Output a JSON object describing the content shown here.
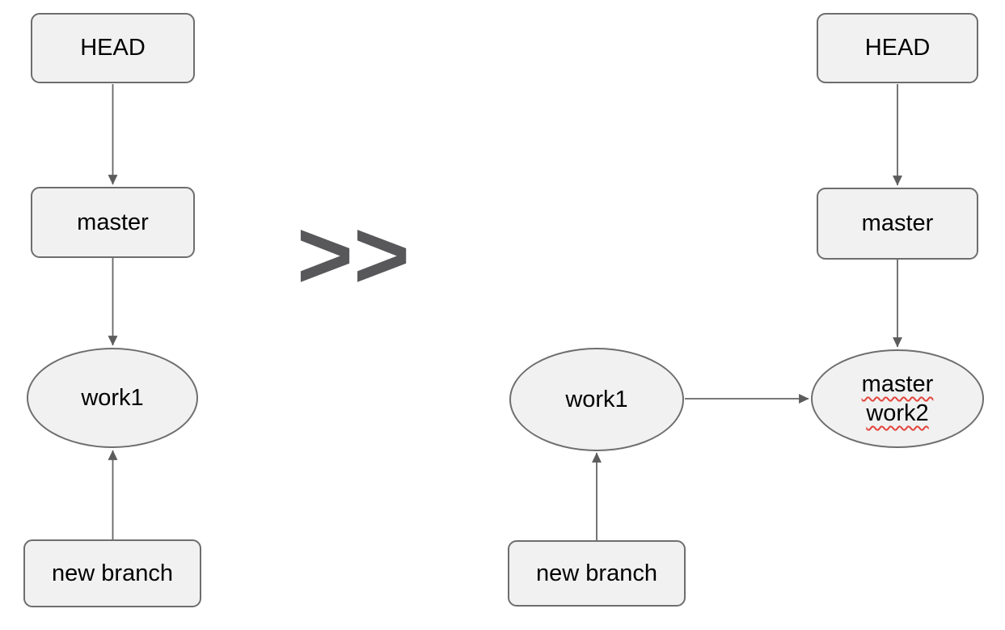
{
  "diagram": {
    "separator_label": ">>",
    "left_state": {
      "head_label": "HEAD",
      "master_label": "master",
      "work1_label": "work1",
      "new_branch_label": "new branch"
    },
    "right_state": {
      "head_label": "HEAD",
      "master_label": "master",
      "work1_label": "work1",
      "merged_commit_line1": "master",
      "merged_commit_line2": "work2",
      "new_branch_label": "new branch"
    },
    "colors": {
      "node_fill": "#f1f1f1",
      "node_border": "#6e6e6e",
      "arrow": "#666666",
      "text": "#000000",
      "separator": "#58585b",
      "spellcheck_underline": "#e2453c",
      "background": "#ffffff"
    }
  }
}
